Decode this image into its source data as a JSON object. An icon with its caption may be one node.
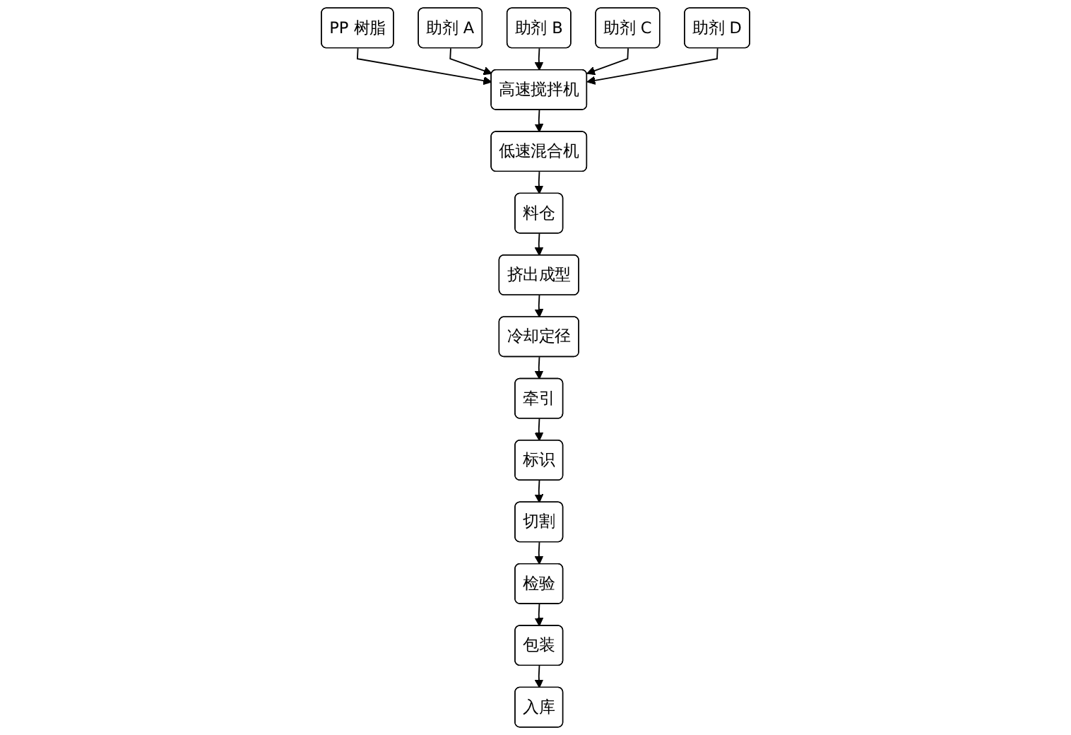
{
  "diagram": {
    "nodes": [
      {
        "text": [
          "PP 树脂"
        ]
      },
      {
        "text": [
          "助剂 A"
        ]
      },
      {
        "text": [
          "助剂 B"
        ]
      },
      {
        "text": [
          "助剂 C"
        ]
      },
      {
        "text": [
          "助剂 D"
        ]
      },
      {
        "text": [
          "高速搅拌机"
        ]
      },
      {
        "text": [
          "低速混合机"
        ]
      },
      {
        "text": [
          "料仓"
        ]
      },
      {
        "text": [
          "挤出成型"
        ]
      },
      {
        "text": [
          "冷却定径"
        ]
      },
      {
        "text": [
          "牵引"
        ]
      },
      {
        "text": [
          "标识"
        ]
      },
      {
        "text": [
          "切割"
        ]
      },
      {
        "text": [
          "检验"
        ]
      },
      {
        "text": [
          "包装"
        ]
      },
      {
        "text": [
          "入库"
        ]
      }
    ],
    "edges": [
      {
        "from": 0,
        "to": 5,
        "arrow": "to"
      },
      {
        "from": 1,
        "to": 5,
        "arrow": "to"
      },
      {
        "from": 2,
        "to": 5,
        "arrow": "to"
      },
      {
        "from": 3,
        "to": 5,
        "arrow": "to"
      },
      {
        "from": 4,
        "to": 5,
        "arrow": "to"
      },
      {
        "from": 5,
        "to": 6,
        "arrow": "to"
      },
      {
        "from": 6,
        "to": 7,
        "arrow": "to"
      },
      {
        "from": 7,
        "to": 8,
        "arrow": "to"
      },
      {
        "from": 8,
        "to": 9,
        "arrow": "to"
      },
      {
        "from": 9,
        "to": 10,
        "arrow": "to"
      },
      {
        "from": 10,
        "to": 11,
        "arrow": "to"
      },
      {
        "from": 11,
        "to": 12,
        "arrow": "to"
      },
      {
        "from": 12,
        "to": 13,
        "arrow": "to"
      },
      {
        "from": 13,
        "to": 14,
        "arrow": "to"
      },
      {
        "from": 14,
        "to": 15,
        "arrow": "to"
      }
    ]
  }
}
